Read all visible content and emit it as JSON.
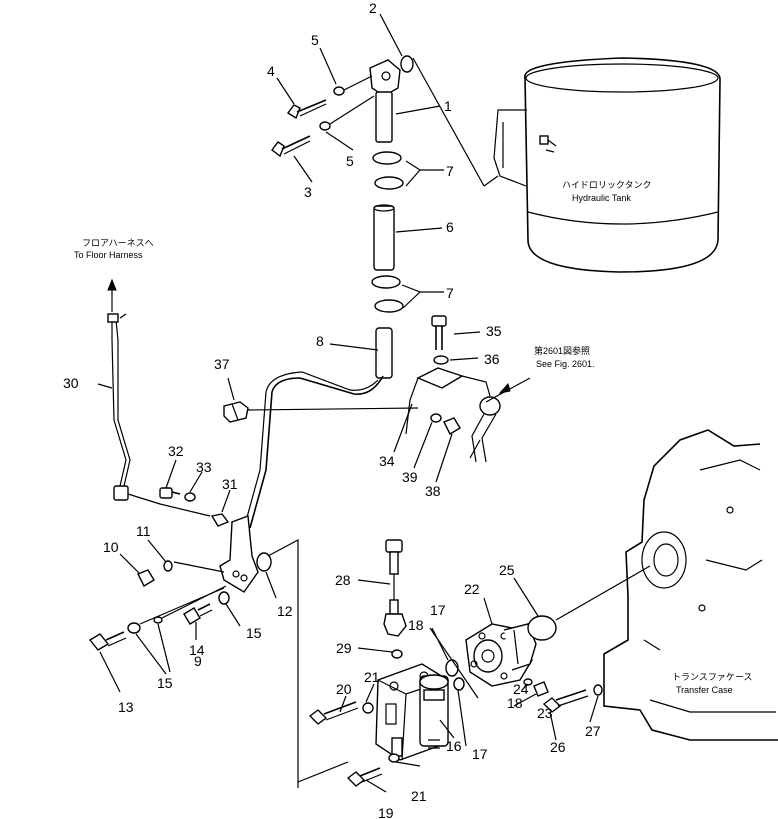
{
  "labels": {
    "tank_jp": "ハイドロリックタンク",
    "tank_en": "Hydraulic Tank",
    "harness_jp": "フロアハーネスへ",
    "harness_en": "To Floor Harness",
    "ref_jp": "第2601図参照",
    "ref_en": "See Fig. 2601.",
    "case_jp": "トランスファケース",
    "case_en": "Transfer Case"
  },
  "callouts": {
    "n1": "1",
    "n2": "2",
    "n3": "3",
    "n4": "4",
    "n5a": "5",
    "n5b": "5",
    "n6": "6",
    "n7a": "7",
    "n7b": "7",
    "n8": "8",
    "n9": "9",
    "n10": "10",
    "n11": "11",
    "n12": "12",
    "n13": "13",
    "n14": "14",
    "n15a": "15",
    "n15b": "15",
    "n16": "16",
    "n17a": "17",
    "n17b": "17",
    "n18a": "18",
    "n18b": "18",
    "n19": "19",
    "n20": "20",
    "n21a": "21",
    "n21b": "21",
    "n22": "22",
    "n23": "23",
    "n24": "24",
    "n25": "25",
    "n26": "26",
    "n27": "27",
    "n28": "28",
    "n29": "29",
    "n30": "30",
    "n31": "31",
    "n32": "32",
    "n33": "33",
    "n34": "34",
    "n35": "35",
    "n36": "36",
    "n37": "37",
    "n38": "38",
    "n39": "39"
  }
}
